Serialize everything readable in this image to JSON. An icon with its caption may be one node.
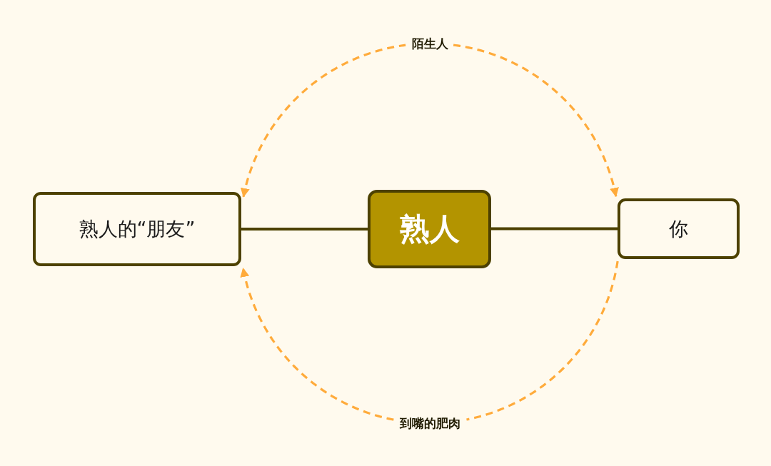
{
  "diagram": {
    "nodes": [
      {
        "text": [
          "熟人的“朋友”"
        ]
      },
      {
        "text": [
          "熟人"
        ]
      },
      {
        "text": [
          "你"
        ]
      }
    ],
    "edges": [
      {
        "from": 0,
        "to": 1,
        "arrow": "none"
      },
      {
        "from": 1,
        "to": 2,
        "arrow": "none"
      },
      {
        "from": 0,
        "to": 2,
        "arrow": "both",
        "label": "陌生人",
        "style": "dashed",
        "color": "#ffab3b"
      },
      {
        "from": 2,
        "to": 0,
        "arrow": "to",
        "label": "到嘴的肥肉",
        "style": "dashed",
        "color": "#ffab3b"
      }
    ]
  }
}
